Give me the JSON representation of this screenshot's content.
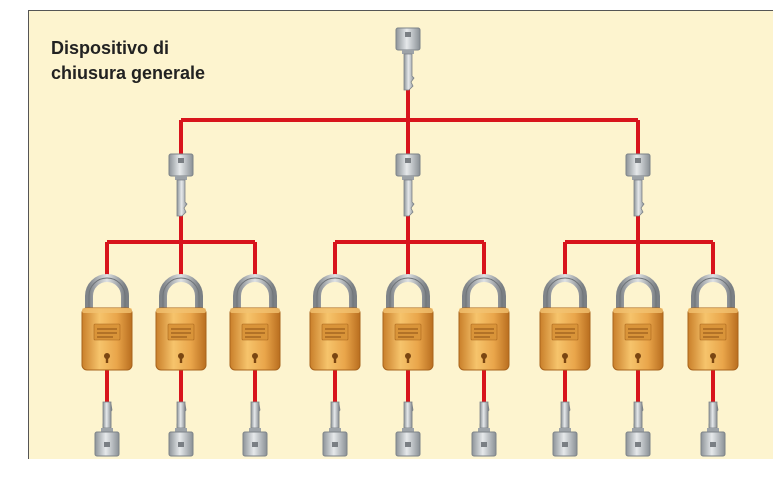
{
  "title": {
    "line1": "Dispositivo di",
    "line2": "chiusura generale"
  },
  "diagram": {
    "type": "master-key-hierarchy",
    "master_key": {
      "icon": "key-icon"
    },
    "group_keys": [
      {
        "icon": "key-icon"
      },
      {
        "icon": "key-icon"
      },
      {
        "icon": "key-icon"
      }
    ],
    "padlocks_per_group": 3,
    "padlock_icon": "padlock-icon",
    "bottom_keys_per_padlock": 1
  },
  "colors": {
    "background": "#fdf4cf",
    "connector": "#d8141c",
    "brass": "#e9a54a",
    "steel": "#b9bfc4"
  }
}
